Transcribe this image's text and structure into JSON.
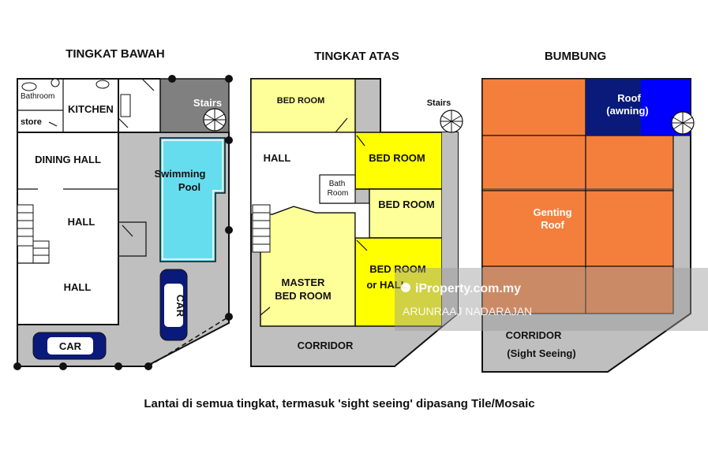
{
  "plans": {
    "ground": {
      "title": "TINGKAT BAWAH",
      "labels": {
        "bathroom": "Bathroom",
        "kitchen": "KITCHEN",
        "store": "store",
        "dining_hall": "DINING HALL",
        "hall_1": "HALL",
        "hall_2": "HALL",
        "stairs": "Stairs",
        "pool_line1": "Swimming",
        "pool_line2": "Pool",
        "car_1": "CAR",
        "car_2": "CAR"
      }
    },
    "upper": {
      "title": "TINGKAT ATAS",
      "labels": {
        "bed_room_1": "BED ROOM",
        "bed_room_2": "BED ROOM",
        "bed_room_3": "BED ROOM",
        "bed_room_hall_line1": "BED ROOM",
        "bed_room_hall_line2": "or HALL",
        "hall": "HALL",
        "bath_line1": "Bath",
        "bath_line2": "Room",
        "master_line1": "MASTER",
        "master_line2": "BED ROOM",
        "corridor": "CORRIDOR",
        "stairs": "Stairs"
      }
    },
    "roof": {
      "title": "BUMBUNG",
      "labels": {
        "roof_awning_line1": "Roof",
        "roof_awning_line2": "(awning)",
        "genting_line1": "Genting",
        "genting_line2": "Roof",
        "corridor_line1": "CORRIDOR",
        "corridor_line2": "(Sight Seeing)"
      }
    }
  },
  "watermark": {
    "site": "iProperty.com.my",
    "agent": "ARUNRAAJ NADARAJAN"
  },
  "caption": "Lantai di semua tingkat, termasuk 'sight seeing' dipasang Tile/Mosaic",
  "colors": {
    "yellow": "#ffff00",
    "pale_yellow": "#ffff99",
    "gray": "#bfbfbf",
    "dark_gray": "#808080",
    "orange": "#f47f3c",
    "blue": "#0000ff",
    "navy": "#0a1a7a",
    "pool": "#66ddee"
  }
}
